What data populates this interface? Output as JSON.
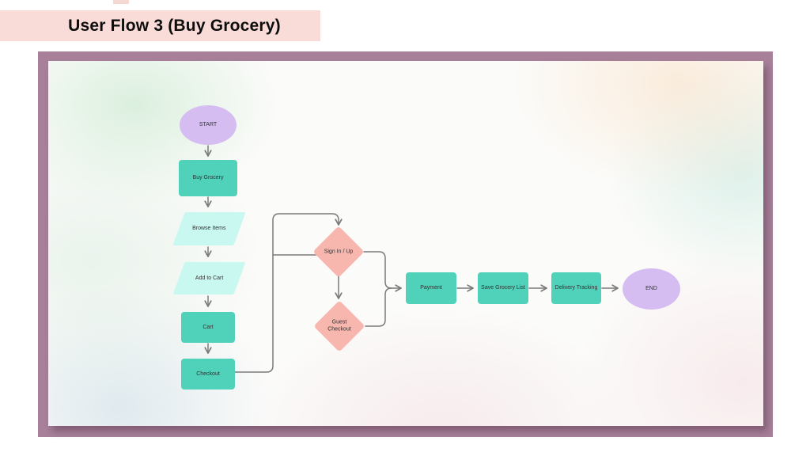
{
  "page": {
    "title": "User Flow 3 (Buy Grocery)"
  },
  "colors": {
    "title_background": "#f9dcd7",
    "frame": "#a8809a",
    "canvas_base": "#fbfbf9",
    "teal_node": "#4fd1ba",
    "cyan_node": "#c9f8f0",
    "purple_node": "#d5bdf2",
    "pink_node": "#f7b6ae",
    "connector": "#7b7b7b",
    "node_text": "#333333",
    "title_text": "#0d0d0d"
  },
  "flowchart": {
    "nodes": [
      {
        "id": "start",
        "shape": "ellipse",
        "label": "START"
      },
      {
        "id": "buy-grocery",
        "shape": "process",
        "label": "Buy Grocery"
      },
      {
        "id": "browse-items",
        "shape": "parallelogram",
        "label": "Browse Items"
      },
      {
        "id": "add-to-cart",
        "shape": "parallelogram",
        "label": "Add to Cart"
      },
      {
        "id": "cart",
        "shape": "process",
        "label": "Cart"
      },
      {
        "id": "checkout",
        "shape": "process",
        "label": "Checkout"
      },
      {
        "id": "sign-in-up",
        "shape": "decision",
        "label": "Sign In / Up"
      },
      {
        "id": "guest-checkout",
        "shape": "decision",
        "label": "Guest Checkout"
      },
      {
        "id": "payment",
        "shape": "process",
        "label": "Payment"
      },
      {
        "id": "save-grocery-list",
        "shape": "process",
        "label": "Save Grocery List"
      },
      {
        "id": "delivery-tracking",
        "shape": "process",
        "label": "Delivery Tracking"
      },
      {
        "id": "end",
        "shape": "ellipse",
        "label": "END"
      }
    ],
    "edges": [
      {
        "from": "start",
        "to": "buy-grocery"
      },
      {
        "from": "buy-grocery",
        "to": "browse-items"
      },
      {
        "from": "browse-items",
        "to": "add-to-cart"
      },
      {
        "from": "add-to-cart",
        "to": "cart"
      },
      {
        "from": "cart",
        "to": "checkout"
      },
      {
        "from": "checkout",
        "to": "sign-in-up"
      },
      {
        "from": "checkout",
        "to": "guest-checkout"
      },
      {
        "from": "sign-in-up",
        "to": "payment"
      },
      {
        "from": "guest-checkout",
        "to": "payment"
      },
      {
        "from": "payment",
        "to": "save-grocery-list"
      },
      {
        "from": "save-grocery-list",
        "to": "delivery-tracking"
      },
      {
        "from": "delivery-tracking",
        "to": "end"
      }
    ]
  }
}
